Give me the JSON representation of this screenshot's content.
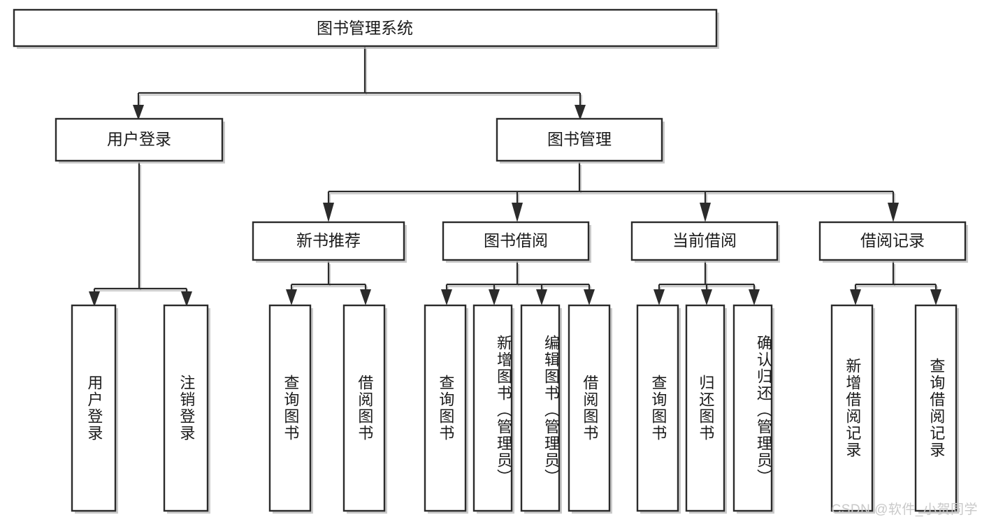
{
  "diagram": {
    "type": "tree",
    "title": "图书管理系统",
    "watermark": "CSDN @软件_小贺同学",
    "colors": {
      "box_stroke": "#2b2b2b",
      "box_fill": "#ffffff",
      "connector": "#2b2b2b",
      "shadow": "#b8b8b8",
      "background": "#ffffff",
      "watermark": "#c9c9c9"
    },
    "levels": {
      "root": {
        "label": "图书管理系统"
      },
      "level2": [
        {
          "label": "用户登录"
        },
        {
          "label": "图书管理"
        }
      ],
      "level3": [
        {
          "label": "新书推荐"
        },
        {
          "label": "图书借阅"
        },
        {
          "label": "当前借阅"
        },
        {
          "label": "借阅记录"
        }
      ],
      "leaves": [
        {
          "label": "用户登录",
          "parent": "用户登录"
        },
        {
          "label": "注销登录",
          "parent": "用户登录"
        },
        {
          "label": "查询图书",
          "parent": "新书推荐"
        },
        {
          "label": "借阅图书",
          "parent": "新书推荐"
        },
        {
          "label": "查询图书",
          "parent": "图书借阅"
        },
        {
          "label": "新增图书（管理员）",
          "parent": "图书借阅"
        },
        {
          "label": "编辑图书（管理员）",
          "parent": "图书借阅"
        },
        {
          "label": "借阅图书",
          "parent": "图书借阅"
        },
        {
          "label": "查询图书",
          "parent": "当前借阅"
        },
        {
          "label": "归还图书",
          "parent": "当前借阅"
        },
        {
          "label": "确认归还（管理员）",
          "parent": "当前借阅"
        },
        {
          "label": "新增借阅记录",
          "parent": "借阅记录"
        },
        {
          "label": "查询借阅记录",
          "parent": "借阅记录"
        }
      ]
    }
  }
}
